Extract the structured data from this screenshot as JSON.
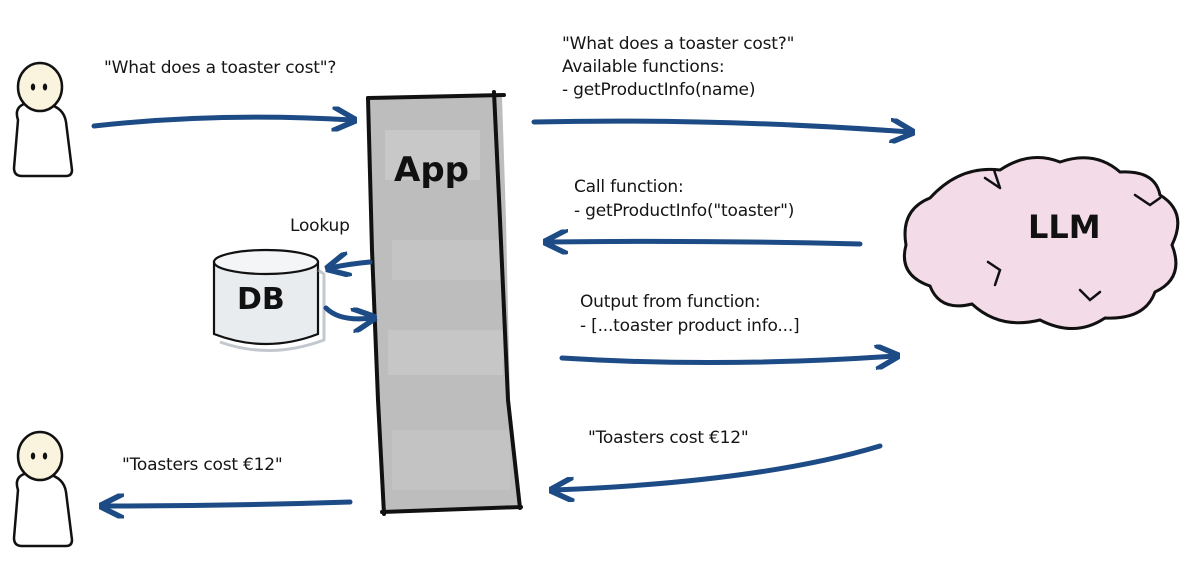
{
  "actors": {
    "user_top": "user",
    "user_bottom": "user"
  },
  "nodes": {
    "app": "App",
    "db": "DB",
    "llm": "LLM"
  },
  "messages": {
    "user_question": "\"What does a toaster cost\"?",
    "app_to_llm": {
      "line1": "\"What does a toaster cost?\"",
      "line2": "Available functions:",
      "line3": "- getProductInfo(name)"
    },
    "lookup": "Lookup",
    "llm_call": {
      "line1": "Call function:",
      "line2": "- getProductInfo(\"toaster\")"
    },
    "function_output": {
      "line1": "Output from function:",
      "line2": "- [...toaster product info...]"
    },
    "llm_answer": "\"Toasters cost €12\"",
    "app_to_user": "\"Toasters cost €12\""
  },
  "colors": {
    "arrow": "#1d4b85",
    "app_fill": "#bdbdbd",
    "db_fill": "#e8ecef",
    "llm_fill": "#f4dbe8",
    "ink": "#111111"
  }
}
